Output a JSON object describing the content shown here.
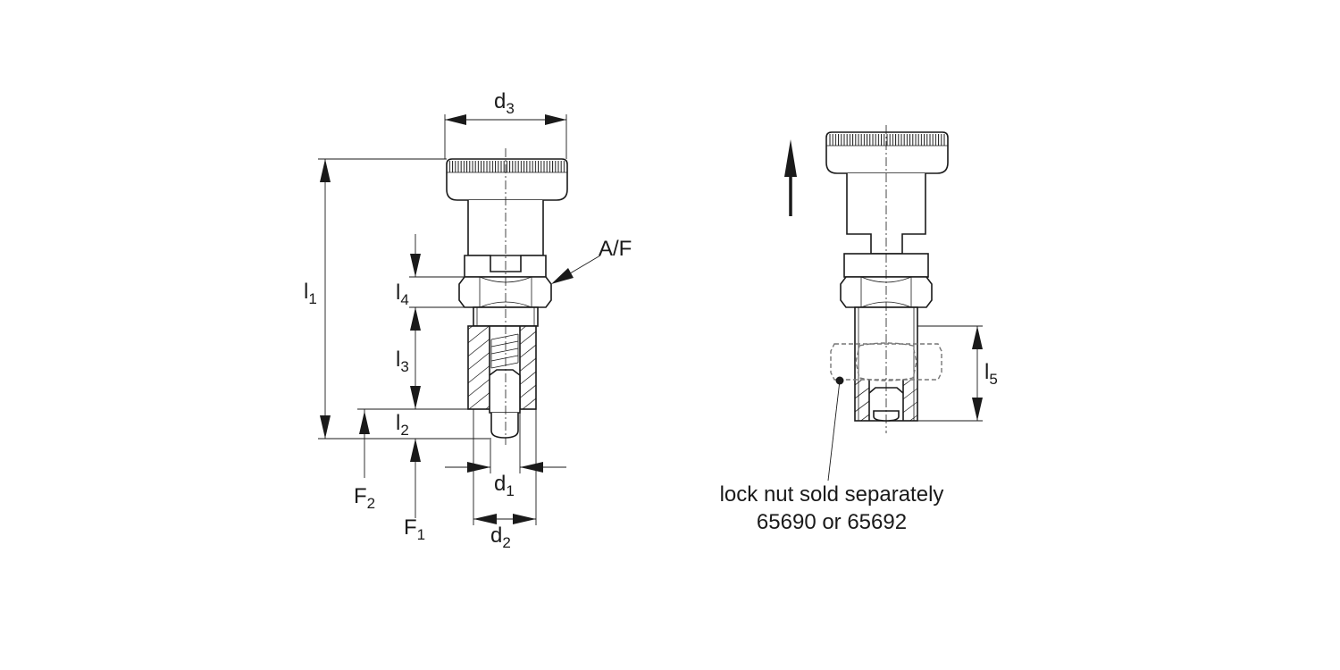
{
  "labels": {
    "d1": {
      "main": "d",
      "sub": "1"
    },
    "d2": {
      "main": "d",
      "sub": "2"
    },
    "d3": {
      "main": "d",
      "sub": "3"
    },
    "l1": {
      "main": "l",
      "sub": "1"
    },
    "l2": {
      "main": "l",
      "sub": "2"
    },
    "l3": {
      "main": "l",
      "sub": "3"
    },
    "l4": {
      "main": "l",
      "sub": "4"
    },
    "l5": {
      "main": "l",
      "sub": "5"
    },
    "f1": {
      "main": "F",
      "sub": "1"
    },
    "f2": {
      "main": "F",
      "sub": "2"
    },
    "af": "A/F"
  },
  "note": {
    "line1": "lock nut sold separately",
    "line2": "65690 or 65692"
  }
}
